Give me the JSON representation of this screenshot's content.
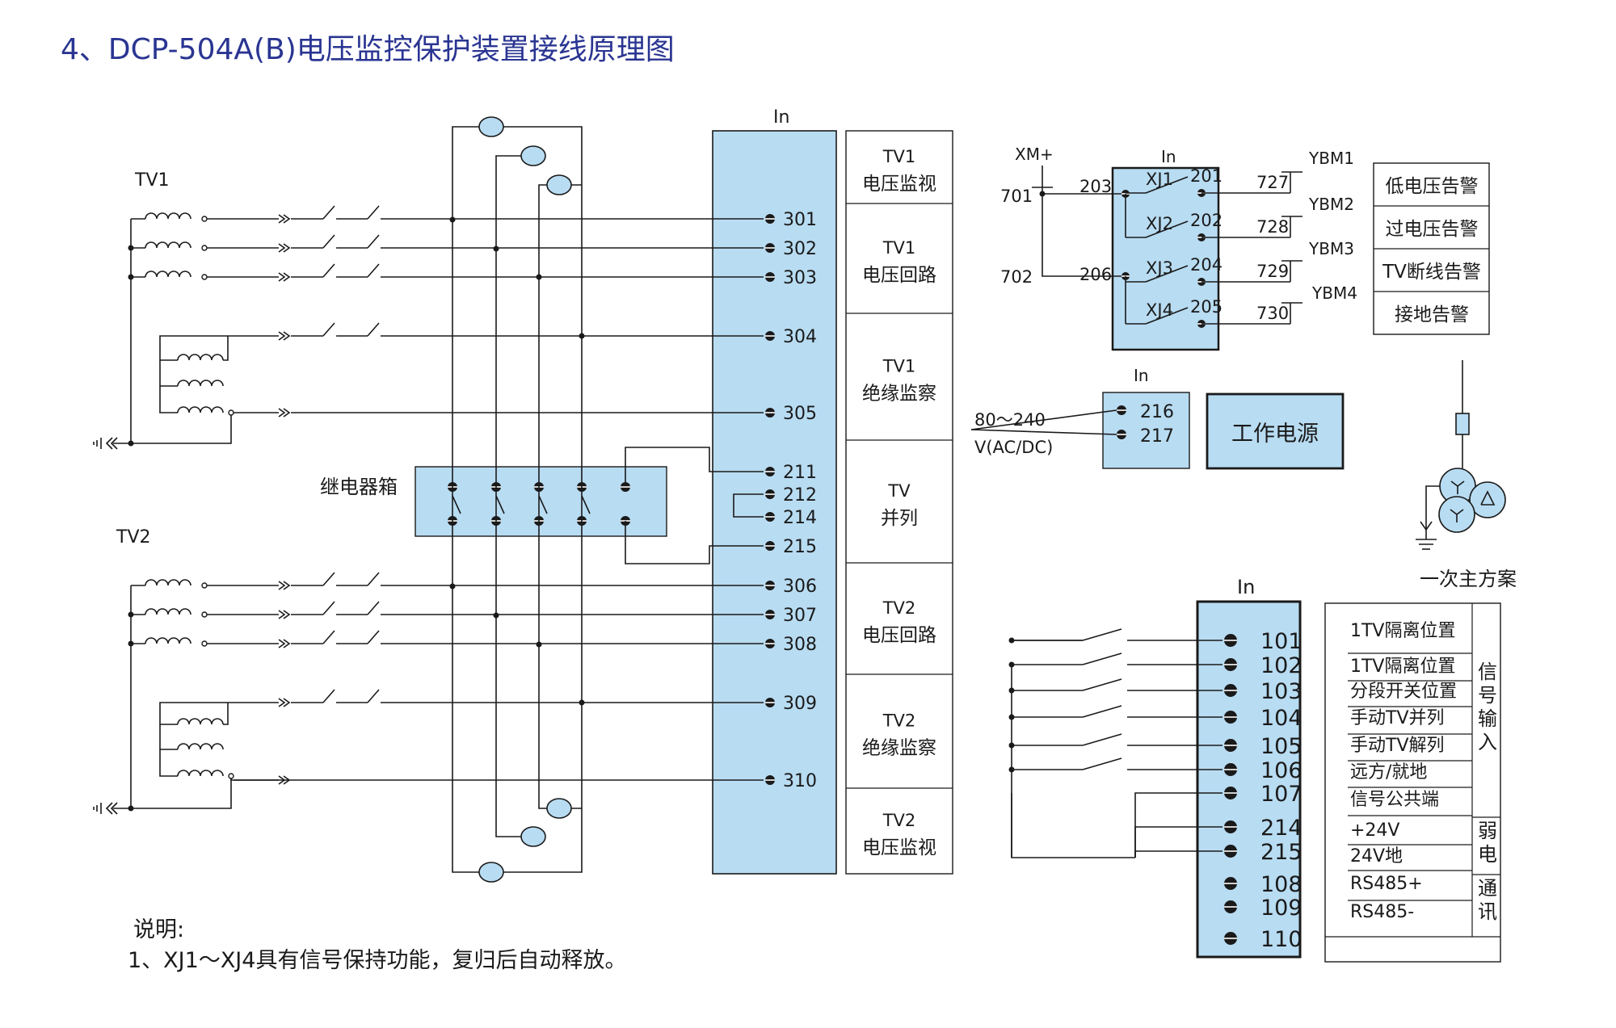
{
  "title": "4、DCP-504A(B)电压监控保护装置接线原理图",
  "labels": {
    "tv1": "TV1",
    "tv2": "TV2",
    "relay_box": "继电器箱",
    "in_main": "In",
    "in_out": "In",
    "in_pwr": "In",
    "in_sig": "In",
    "xm_plus": "XM+",
    "power_range": "80～240",
    "power_type": "V(AC/DC)",
    "power_box": "工作电源",
    "primary_scheme": "一次主方案"
  },
  "main_terminals": [
    "301",
    "302",
    "303",
    "304",
    "305",
    "211",
    "212",
    "214",
    "215",
    "306",
    "307",
    "308",
    "309",
    "310"
  ],
  "sections": [
    {
      "l1": "TV1",
      "l2": "电压监视"
    },
    {
      "l1": "TV1",
      "l2": "电压回路"
    },
    {
      "l1": "TV1",
      "l2": "绝缘监察"
    },
    {
      "l1": "TV",
      "l2": "并列"
    },
    {
      "l1": "TV2",
      "l2": "电压回路"
    },
    {
      "l1": "TV2",
      "l2": "绝缘监察"
    },
    {
      "l1": "TV2",
      "l2": "电压监视"
    }
  ],
  "output": {
    "left_terms": [
      "701",
      "702"
    ],
    "common_terms": [
      "203",
      "206"
    ],
    "relays": [
      "XJ1",
      "XJ2",
      "XJ3",
      "XJ4"
    ],
    "terms": [
      "201",
      "202",
      "204",
      "205"
    ],
    "ext_terms": [
      "727",
      "728",
      "729",
      "730"
    ],
    "ybm": [
      "YBM1",
      "YBM2",
      "YBM3",
      "YBM4"
    ],
    "alarms": [
      "低电压告警",
      "过电压告警",
      "TV断线告警",
      "接地告警"
    ]
  },
  "power_terms": [
    "216",
    "217"
  ],
  "signal_terms": [
    "101",
    "102",
    "103",
    "104",
    "105",
    "106",
    "107",
    "214",
    "215",
    "108",
    "109",
    "110"
  ],
  "signal_labels": [
    "1TV隔离位置",
    "1TV隔离位置",
    "分段开关位置",
    "手动TV并列",
    "手动TV解列",
    "远方/就地",
    "信号公共端",
    "+24V",
    "24V地",
    "RS485+",
    "RS485-"
  ],
  "signal_groups": [
    "信号输入",
    "弱电",
    "通讯"
  ],
  "notes": {
    "heading": "说明:",
    "line1": "1、XJ1～XJ4具有信号保持功能，复归后自动释放。"
  }
}
